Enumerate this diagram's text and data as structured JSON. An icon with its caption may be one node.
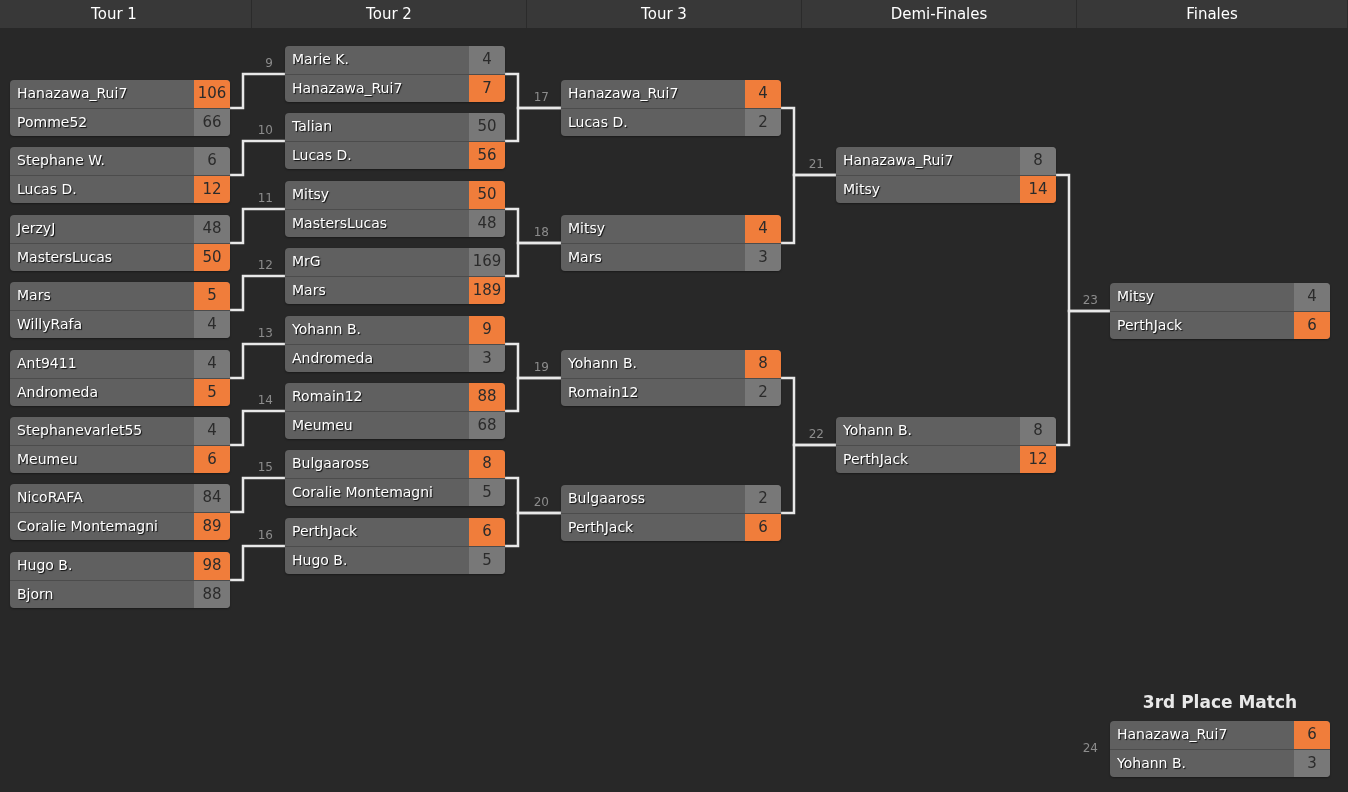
{
  "diagram": {
    "nodes": [
      {
        "text": [
          "Hanazawa_Rui7",
          "106",
          "Pomme52",
          "66"
        ]
      },
      {
        "text": [
          "Stephane W.",
          "6",
          "Lucas D.",
          "12"
        ]
      },
      {
        "text": [
          "JerzyJ",
          "48",
          "MastersLucas",
          "50"
        ]
      },
      {
        "text": [
          "Mars",
          "5",
          "WillyRafa",
          "4"
        ]
      },
      {
        "text": [
          "Ant9411",
          "4",
          "Andromeda",
          "5"
        ]
      },
      {
        "text": [
          "Stephanevarlet55",
          "4",
          "Meumeu",
          "6"
        ]
      },
      {
        "text": [
          "NicoRAFA",
          "84",
          "Coralie Montemagni",
          "89"
        ]
      },
      {
        "text": [
          "Hugo B.",
          "98",
          "Bjorn",
          "88"
        ]
      },
      {
        "text": [
          "Marie K.",
          "4",
          "Hanazawa_Rui7",
          "7"
        ],
        "beside": [
          "9"
        ]
      },
      {
        "text": [
          "Talian",
          "50",
          "Lucas D.",
          "56"
        ],
        "beside": [
          "10"
        ]
      },
      {
        "text": [
          "Mitsy",
          "50",
          "MastersLucas",
          "48"
        ],
        "beside": [
          "11"
        ]
      },
      {
        "text": [
          "MrG",
          "169",
          "Mars",
          "189"
        ],
        "beside": [
          "12"
        ]
      },
      {
        "text": [
          "Yohann B.",
          "9",
          "Andromeda",
          "3"
        ],
        "beside": [
          "13"
        ]
      },
      {
        "text": [
          "Romain12",
          "88",
          "Meumeu",
          "68"
        ],
        "beside": [
          "14"
        ]
      },
      {
        "text": [
          "Bulgaaross",
          "8",
          "Coralie Montemagni",
          "5"
        ],
        "beside": [
          "15"
        ]
      },
      {
        "text": [
          "PerthJack",
          "6",
          "Hugo B.",
          "5"
        ],
        "beside": [
          "16"
        ]
      },
      {
        "text": [
          "Hanazawa_Rui7",
          "4",
          "Lucas D.",
          "2"
        ],
        "beside": [
          "17"
        ]
      },
      {
        "text": [
          "Mitsy",
          "4",
          "Mars",
          "3"
        ],
        "beside": [
          "18"
        ]
      },
      {
        "text": [
          "Yohann B.",
          "8",
          "Romain12",
          "2"
        ],
        "beside": [
          "19"
        ]
      },
      {
        "text": [
          "Bulgaaross",
          "2",
          "PerthJack",
          "6"
        ],
        "beside": [
          "20"
        ]
      },
      {
        "text": [
          "Hanazawa_Rui7",
          "8",
          "Mitsy",
          "14"
        ],
        "beside": [
          "21"
        ]
      },
      {
        "text": [
          "Yohann B.",
          "8",
          "PerthJack",
          "12"
        ],
        "beside": [
          "22"
        ]
      },
      {
        "text": [
          "Mitsy",
          "4",
          "PerthJack",
          "6"
        ],
        "beside": [
          "23"
        ]
      },
      {
        "text": [
          "Hanazawa_Rui7",
          "6",
          "Yohann B.",
          "3"
        ],
        "beside": [
          "24"
        ]
      }
    ],
    "edges": [
      {
        "from": 0,
        "to": 8,
        "arrow": "none"
      },
      {
        "from": 1,
        "to": 9,
        "arrow": "none"
      },
      {
        "from": 2,
        "to": 10,
        "arrow": "none"
      },
      {
        "from": 3,
        "to": 11,
        "arrow": "none"
      },
      {
        "from": 4,
        "to": 12,
        "arrow": "none"
      },
      {
        "from": 5,
        "to": 13,
        "arrow": "none"
      },
      {
        "from": 6,
        "to": 14,
        "arrow": "none"
      },
      {
        "from": 7,
        "to": 15,
        "arrow": "none"
      },
      {
        "from": 8,
        "to": 16,
        "arrow": "none"
      },
      {
        "from": 9,
        "to": 16,
        "arrow": "none"
      },
      {
        "from": 10,
        "to": 17,
        "arrow": "none"
      },
      {
        "from": 11,
        "to": 17,
        "arrow": "none"
      },
      {
        "from": 12,
        "to": 18,
        "arrow": "none"
      },
      {
        "from": 13,
        "to": 18,
        "arrow": "none"
      },
      {
        "from": 14,
        "to": 19,
        "arrow": "none"
      },
      {
        "from": 15,
        "to": 19,
        "arrow": "none"
      },
      {
        "from": 16,
        "to": 20,
        "arrow": "none"
      },
      {
        "from": 17,
        "to": 20,
        "arrow": "none"
      },
      {
        "from": 18,
        "to": 21,
        "arrow": "none"
      },
      {
        "from": 19,
        "to": 21,
        "arrow": "none"
      },
      {
        "from": 20,
        "to": 22,
        "arrow": "none"
      },
      {
        "from": 21,
        "to": 22,
        "arrow": "none"
      }
    ],
    "labels": [
      "Tour 1",
      "Tour 2",
      "Tour 3",
      "Demi-Finales",
      "Finales",
      "3rd Place Match"
    ]
  }
}
